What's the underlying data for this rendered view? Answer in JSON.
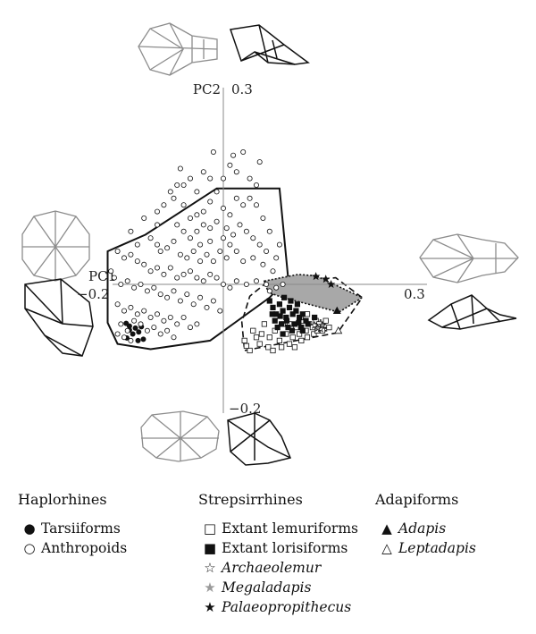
{
  "chart_data": {
    "type": "scatter",
    "axes": {
      "x": {
        "label": "PC1",
        "min": -0.2,
        "max": 0.3,
        "min_label": "−0.2",
        "max_label": "0.3"
      },
      "y": {
        "label": "PC2",
        "min": -0.2,
        "max": 0.3,
        "min_label": "−0.2",
        "max_label": "0.3"
      }
    },
    "grid": false,
    "series": [
      {
        "name": "Tarsiiforms",
        "group": "Haplorhines",
        "marker": "filled-circle",
        "points": [
          [
            -0.147,
            -0.059
          ],
          [
            -0.142,
            -0.069
          ],
          [
            -0.133,
            -0.066
          ],
          [
            -0.128,
            -0.072
          ],
          [
            -0.124,
            -0.064
          ],
          [
            -0.137,
            -0.075
          ],
          [
            -0.146,
            -0.081
          ],
          [
            -0.121,
            -0.083
          ],
          [
            -0.129,
            -0.085
          ],
          [
            -0.142,
            -0.063
          ]
        ]
      },
      {
        "name": "Anthropoids",
        "group": "Haplorhines",
        "marker": "open-circle",
        "points": [
          [
            -0.075,
            0.13
          ],
          [
            -0.06,
            0.12
          ],
          [
            -0.05,
            0.1
          ],
          [
            -0.04,
            0.105
          ],
          [
            -0.03,
            0.11
          ],
          [
            -0.02,
            0.125
          ],
          [
            -0.01,
            0.14
          ],
          [
            0.0,
            0.115
          ],
          [
            0.01,
            0.105
          ],
          [
            0.02,
            0.13
          ],
          [
            0.03,
            0.12
          ],
          [
            0.04,
            0.13
          ],
          [
            0.05,
            0.12
          ],
          [
            0.06,
            0.1
          ],
          [
            -0.07,
            0.09
          ],
          [
            -0.06,
            0.08
          ],
          [
            -0.05,
            0.07
          ],
          [
            -0.04,
            0.08
          ],
          [
            -0.03,
            0.09
          ],
          [
            -0.02,
            0.085
          ],
          [
            -0.01,
            0.095
          ],
          [
            0.005,
            0.085
          ],
          [
            0.015,
            0.075
          ],
          [
            0.025,
            0.09
          ],
          [
            0.035,
            0.08
          ],
          [
            0.045,
            0.07
          ],
          [
            0.055,
            0.06
          ],
          [
            0.065,
            0.05
          ],
          [
            -0.11,
            0.07
          ],
          [
            -0.1,
            0.06
          ],
          [
            -0.095,
            0.05
          ],
          [
            -0.085,
            0.055
          ],
          [
            -0.075,
            0.065
          ],
          [
            -0.065,
            0.045
          ],
          [
            -0.055,
            0.04
          ],
          [
            -0.045,
            0.05
          ],
          [
            -0.035,
            0.06
          ],
          [
            -0.025,
            0.045
          ],
          [
            -0.015,
            0.035
          ],
          [
            -0.005,
            0.05
          ],
          [
            0.005,
            0.04
          ],
          [
            0.02,
            0.05
          ],
          [
            0.03,
            0.035
          ],
          [
            0.045,
            0.04
          ],
          [
            0.06,
            0.03
          ],
          [
            0.075,
            0.02
          ],
          [
            -0.16,
            0.05
          ],
          [
            -0.15,
            0.04
          ],
          [
            -0.14,
            0.045
          ],
          [
            -0.13,
            0.035
          ],
          [
            -0.12,
            0.03
          ],
          [
            -0.11,
            0.02
          ],
          [
            -0.1,
            0.025
          ],
          [
            -0.09,
            0.015
          ],
          [
            -0.08,
            0.025
          ],
          [
            -0.07,
            0.01
          ],
          [
            -0.06,
            0.015
          ],
          [
            -0.05,
            0.02
          ],
          [
            -0.04,
            0.01
          ],
          [
            -0.03,
            0.005
          ],
          [
            -0.02,
            0.015
          ],
          [
            -0.01,
            0.01
          ],
          [
            0.0,
            0.0
          ],
          [
            0.01,
            -0.005
          ],
          [
            0.02,
            0.005
          ],
          [
            0.035,
            0.0
          ],
          [
            0.05,
            0.005
          ],
          [
            0.065,
            0.0
          ],
          [
            0.08,
            -0.005
          ],
          [
            -0.165,
            0.01
          ],
          [
            -0.155,
            0.0
          ],
          [
            -0.145,
            0.005
          ],
          [
            -0.135,
            -0.005
          ],
          [
            -0.125,
            0.0
          ],
          [
            -0.115,
            -0.01
          ],
          [
            -0.105,
            -0.005
          ],
          [
            -0.095,
            -0.015
          ],
          [
            -0.085,
            -0.02
          ],
          [
            -0.075,
            -0.01
          ],
          [
            -0.065,
            -0.025
          ],
          [
            -0.055,
            -0.015
          ],
          [
            -0.045,
            -0.03
          ],
          [
            -0.035,
            -0.02
          ],
          [
            -0.025,
            -0.035
          ],
          [
            -0.015,
            -0.025
          ],
          [
            -0.005,
            -0.04
          ],
          [
            -0.16,
            -0.03
          ],
          [
            -0.15,
            -0.04
          ],
          [
            -0.14,
            -0.035
          ],
          [
            -0.13,
            -0.045
          ],
          [
            -0.12,
            -0.04
          ],
          [
            -0.11,
            -0.05
          ],
          [
            -0.1,
            -0.045
          ],
          [
            -0.09,
            -0.055
          ],
          [
            -0.08,
            -0.05
          ],
          [
            -0.07,
            -0.06
          ],
          [
            -0.06,
            -0.05
          ],
          [
            -0.05,
            -0.065
          ],
          [
            -0.04,
            -0.06
          ],
          [
            -0.155,
            -0.06
          ],
          [
            -0.145,
            -0.07
          ],
          [
            -0.135,
            -0.055
          ],
          [
            -0.125,
            -0.06
          ],
          [
            -0.115,
            -0.07
          ],
          [
            -0.105,
            -0.065
          ],
          [
            -0.095,
            -0.075
          ],
          [
            -0.085,
            -0.07
          ],
          [
            -0.075,
            -0.08
          ],
          [
            -0.15,
            -0.08
          ],
          [
            -0.14,
            -0.085
          ],
          [
            -0.16,
            -0.075
          ],
          [
            -0.09,
            0.12
          ],
          [
            -0.08,
            0.14
          ],
          [
            -0.07,
            0.15
          ],
          [
            -0.05,
            0.16
          ],
          [
            -0.03,
            0.17
          ],
          [
            -0.02,
            0.16
          ],
          [
            0.0,
            0.16
          ],
          [
            0.01,
            0.18
          ],
          [
            0.02,
            0.17
          ],
          [
            0.04,
            0.16
          ],
          [
            0.05,
            0.15
          ],
          [
            -0.12,
            0.1
          ],
          [
            -0.1,
            0.11
          ],
          [
            -0.14,
            0.08
          ],
          [
            -0.17,
            0.02
          ],
          [
            0.09,
            0.0
          ],
          [
            0.07,
            -0.01
          ],
          [
            0.015,
            0.195
          ],
          [
            -0.015,
            0.2
          ],
          [
            0.055,
            0.185
          ],
          [
            0.03,
            0.2
          ],
          [
            -0.065,
            0.175
          ],
          [
            -0.1,
            0.09
          ],
          [
            -0.13,
            0.06
          ],
          [
            0.07,
            0.08
          ],
          [
            0.08,
            0.04
          ],
          [
            0.085,
            0.06
          ],
          [
            -0.04,
            0.14
          ],
          [
            -0.06,
            0.15
          ],
          [
            0.0,
            0.07
          ],
          [
            0.01,
            0.06
          ],
          [
            -0.02,
            0.065
          ],
          [
            -0.035,
            0.035
          ]
        ]
      },
      {
        "name": "Extant lemuriforms",
        "group": "Strepsirrhines",
        "marker": "open-square",
        "points": [
          [
            0.032,
            -0.085
          ],
          [
            0.045,
            -0.07
          ],
          [
            0.055,
            -0.09
          ],
          [
            0.062,
            -0.06
          ],
          [
            0.07,
            -0.08
          ],
          [
            0.078,
            -0.07
          ],
          [
            0.085,
            -0.085
          ],
          [
            0.09,
            -0.06
          ],
          [
            0.095,
            -0.075
          ],
          [
            0.1,
            -0.06
          ],
          [
            0.105,
            -0.08
          ],
          [
            0.11,
            -0.065
          ],
          [
            0.115,
            -0.075
          ],
          [
            0.12,
            -0.055
          ],
          [
            0.125,
            -0.07
          ],
          [
            0.13,
            -0.06
          ],
          [
            0.135,
            -0.065
          ],
          [
            0.14,
            -0.055
          ],
          [
            0.145,
            -0.06
          ],
          [
            0.15,
            -0.07
          ],
          [
            0.155,
            -0.055
          ],
          [
            0.16,
            -0.065
          ],
          [
            0.058,
            -0.075
          ],
          [
            0.068,
            -0.095
          ],
          [
            0.04,
            -0.1
          ],
          [
            0.05,
            -0.08
          ],
          [
            0.075,
            -0.1
          ],
          [
            0.088,
            -0.095
          ],
          [
            0.1,
            -0.09
          ],
          [
            0.108,
            -0.095
          ],
          [
            0.118,
            -0.085
          ],
          [
            0.127,
            -0.08
          ],
          [
            0.137,
            -0.075
          ],
          [
            0.142,
            -0.07
          ],
          [
            0.117,
            -0.05
          ],
          [
            0.127,
            -0.045
          ],
          [
            0.035,
            -0.093
          ]
        ]
      },
      {
        "name": "Extant lorisiforms",
        "group": "Strepsirrhines",
        "marker": "filled-square",
        "points": [
          [
            0.07,
            -0.025
          ],
          [
            0.075,
            -0.035
          ],
          [
            0.08,
            -0.045
          ],
          [
            0.085,
            -0.03
          ],
          [
            0.09,
            -0.04
          ],
          [
            0.095,
            -0.05
          ],
          [
            0.1,
            -0.035
          ],
          [
            0.105,
            -0.045
          ],
          [
            0.11,
            -0.04
          ],
          [
            0.115,
            -0.05
          ],
          [
            0.12,
            -0.045
          ],
          [
            0.125,
            -0.055
          ],
          [
            0.078,
            -0.055
          ],
          [
            0.088,
            -0.06
          ],
          [
            0.098,
            -0.065
          ],
          [
            0.108,
            -0.06
          ],
          [
            0.118,
            -0.065
          ],
          [
            0.128,
            -0.06
          ],
          [
            0.092,
            -0.02
          ],
          [
            0.102,
            -0.025
          ],
          [
            0.082,
            -0.065
          ],
          [
            0.112,
            -0.03
          ],
          [
            0.138,
            -0.05
          ],
          [
            0.096,
            -0.055
          ],
          [
            0.104,
            -0.07
          ],
          [
            0.086,
            -0.048
          ],
          [
            0.114,
            -0.058
          ],
          [
            0.09,
            -0.075
          ],
          [
            0.074,
            -0.045
          ],
          [
            0.12,
            -0.07
          ]
        ]
      },
      {
        "name": "Archaeolemur",
        "group": "Strepsirrhines",
        "marker": "open-star",
        "points": [
          [
            0.138,
            -0.062
          ],
          [
            0.147,
            -0.067
          ]
        ]
      },
      {
        "name": "Megaladapis",
        "group": "Strepsirrhines",
        "marker": "grey-star",
        "points": [
          [
            0.143,
            -0.066
          ],
          [
            0.15,
            -0.062
          ]
        ]
      },
      {
        "name": "Palaeopropithecus",
        "group": "Strepsirrhines",
        "marker": "filled-star",
        "points": [
          [
            0.14,
            0.012
          ],
          [
            0.155,
            0.008
          ],
          [
            0.163,
            0.0
          ]
        ]
      },
      {
        "name": "Adapis",
        "group": "Adapiforms",
        "marker": "filled-triangle",
        "points": [
          [
            0.172,
            -0.04
          ]
        ]
      },
      {
        "name": "Leptadapis",
        "group": "Adapiforms",
        "marker": "open-triangle",
        "points": [
          [
            0.174,
            -0.07
          ]
        ]
      }
    ],
    "hulls": [
      {
        "group": "Haplorhines",
        "style": "solid",
        "fill": "none",
        "vertices": [
          [
            -0.118,
            0.075
          ],
          [
            -0.01,
            0.145
          ],
          [
            0.085,
            0.145
          ],
          [
            0.098,
            0.01
          ],
          [
            0.07,
            -0.02
          ],
          [
            -0.02,
            -0.085
          ],
          [
            -0.11,
            -0.098
          ],
          [
            -0.16,
            -0.09
          ],
          [
            -0.175,
            -0.058
          ],
          [
            -0.175,
            0.05
          ]
        ]
      },
      {
        "group": "Strepsirrhines",
        "style": "dashed",
        "fill": "none",
        "vertices": [
          [
            0.062,
            0.0
          ],
          [
            0.17,
            0.01
          ],
          [
            0.21,
            -0.02
          ],
          [
            0.173,
            -0.073
          ],
          [
            0.032,
            -0.1
          ],
          [
            0.028,
            -0.057
          ],
          [
            0.04,
            -0.018
          ]
        ]
      },
      {
        "group": "Archaeolemur and Megaladapis",
        "style": "dotted",
        "fill": "none",
        "vertices": [
          [
            0.135,
            -0.052
          ],
          [
            0.152,
            -0.055
          ],
          [
            0.156,
            -0.07
          ],
          [
            0.142,
            -0.071
          ]
        ]
      },
      {
        "group": "Palaeopropithecus and Adapiforms",
        "style": "dotted",
        "fill": "#a8a8a8",
        "vertices": [
          [
            0.062,
            0.005
          ],
          [
            0.113,
            0.015
          ],
          [
            0.14,
            0.013
          ],
          [
            0.21,
            -0.02
          ],
          [
            0.175,
            -0.042
          ],
          [
            0.09,
            -0.02
          ],
          [
            0.068,
            -0.012
          ]
        ]
      }
    ]
  },
  "legend": {
    "groups": [
      {
        "title": "Haplorhines",
        "items": [
          {
            "symbol": "●",
            "label": "Tarsiiforms",
            "italic": false,
            "color": "#111111"
          },
          {
            "symbol": "○",
            "label": "Anthropoids",
            "italic": false,
            "color": "#111111"
          }
        ]
      },
      {
        "title": "Strepsirrhines",
        "items": [
          {
            "symbol": "□",
            "label": "Extant lemuriforms",
            "italic": false,
            "color": "#111111"
          },
          {
            "symbol": "■",
            "label": "Extant lorisiforms",
            "italic": false,
            "color": "#111111"
          },
          {
            "symbol": "☆",
            "label": "Archaeolemur",
            "italic": true,
            "color": "#111111"
          },
          {
            "symbol": "★",
            "label": "Megaladapis",
            "italic": true,
            "color": "#9a9a9a"
          },
          {
            "symbol": "★",
            "label": "Palaeopropithecus",
            "italic": true,
            "color": "#111111"
          }
        ]
      },
      {
        "title": "Adapiforms",
        "items": [
          {
            "symbol": "▲",
            "label": "Adapis",
            "italic": true,
            "color": "#111111"
          },
          {
            "symbol": "△",
            "label": "Leptadapis",
            "italic": true,
            "color": "#111111"
          }
        ]
      }
    ]
  },
  "colors": {
    "ink": "#111111",
    "skull_grey": "#8c8c8c",
    "hull_fill": "#a8a8a8",
    "axis": "#8a8a8a"
  }
}
